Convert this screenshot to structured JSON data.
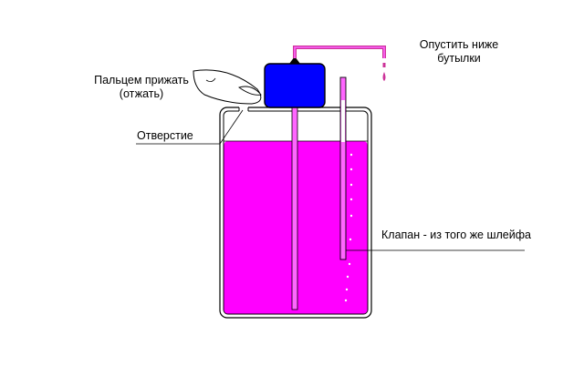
{
  "labels": {
    "lower_note_line1": "Опустить ниже",
    "lower_note_line2": "бутылки",
    "finger_note_line1": "Пальцем прижать",
    "finger_note_line2": "(отжать)",
    "hole_note": "Отверстие",
    "valve_note": "Клапан - из того же шлейфа"
  },
  "colors": {
    "liquid": "#ff00ff",
    "cap": "#0000ff",
    "tube": "#cc3399",
    "outline": "#000000",
    "background": "#ffffff"
  }
}
